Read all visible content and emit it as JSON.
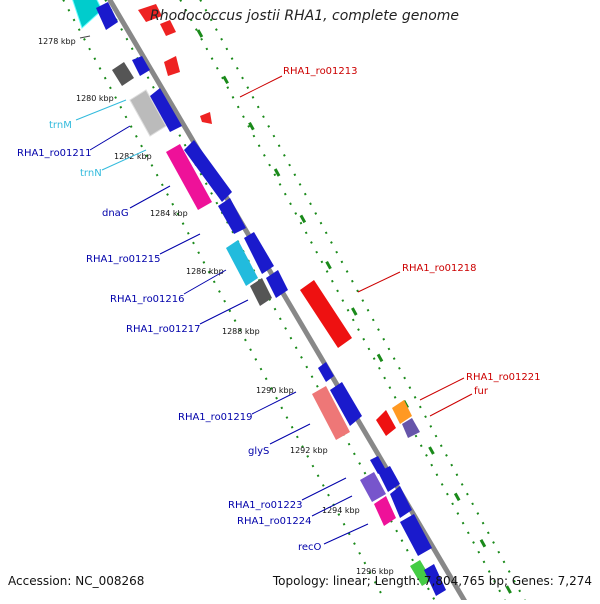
{
  "title": "Rhodococcus jostii RHA1, complete genome",
  "accession": "Accession: NC_008268",
  "topology": "Topology: linear; Length: 7,804,765 bp; Genes: 7,274",
  "ticks": [
    "1278 kbp",
    "1280 kbp",
    "1282 kbp",
    "1284 kbp",
    "1286 kbp",
    "1288 kbp",
    "1290 kbp",
    "1292 kbp",
    "1294 kbp",
    "1296 kbp"
  ],
  "labels": {
    "forward": [
      "RHA1_ro01213",
      "RHA1_ro01218",
      "RHA1_ro01221",
      "fur"
    ],
    "reverse": [
      "trnM",
      "RHA1_ro01211",
      "trnN",
      "dnaG",
      "RHA1_ro01215",
      "RHA1_ro01216",
      "RHA1_ro01217",
      "RHA1_ro01219",
      "glyS",
      "RHA1_ro01223",
      "RHA1_ro01224",
      "recO"
    ]
  },
  "colors": {
    "forward_label": "#cc0000",
    "reverse_label": "#0000aa",
    "trna_label": "#33bbdd",
    "backbone": "#888888",
    "track_dots": "#1a8a1a"
  }
}
